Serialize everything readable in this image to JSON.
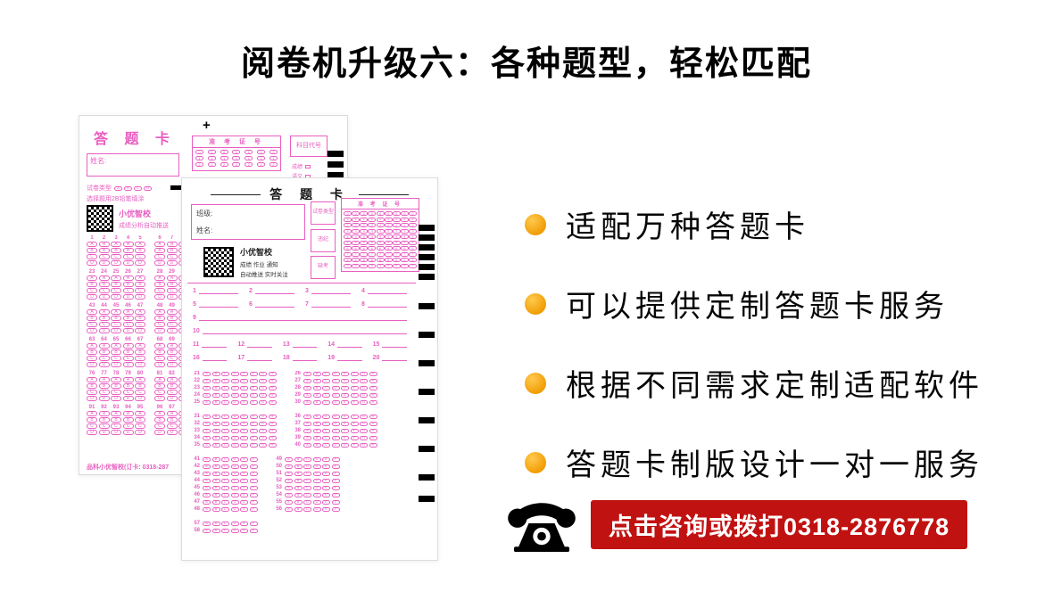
{
  "title": "阅卷机升级六：各种题型，轻松匹配",
  "features": [
    {
      "label": "适配万种答题卡"
    },
    {
      "label": "可以提供定制答题卡服务"
    },
    {
      "label": "根据不同需求定制适配软件"
    },
    {
      "label": "答题卡制版设计一对一服务"
    }
  ],
  "contact": {
    "banner_text": "点击咨询或拨打0318-2876778"
  },
  "colors": {
    "sheet_pink": "#E85FC1",
    "bullet_orange": "#F09B00",
    "banner_red": "#C11212"
  },
  "back_sheet": {
    "title": "答 题 卡",
    "name_label": "姓名:",
    "paper_type_label": "试卷类型",
    "paper_type_options": [
      "A",
      "B",
      "C",
      "D"
    ],
    "fill_note": "选择题用2B铅笔填涂",
    "qr_title": "小优智校",
    "qr_subtitle": "成绩分析自动推送",
    "exam_no_label": "准 考 证 号",
    "exam_no_columns": 7,
    "exam_no_rows": [
      "0",
      "1",
      "2"
    ],
    "subject_code_label": "科目代号",
    "subject_items": [
      "成绩",
      "语文"
    ],
    "footer": "品科小优智校(订卡: 0318-287",
    "grid": {
      "row_starts": [
        1,
        23,
        43,
        63,
        76,
        91
      ],
      "questions_per_group": 5,
      "groups_per_row": 4,
      "options": [
        "A",
        "B",
        "C",
        "D"
      ]
    }
  },
  "front_sheet": {
    "title": "答 题 卡",
    "class_label": "班级:",
    "name_label": "姓名:",
    "paper_type_label": "试卷类型",
    "violation_label": "违纪",
    "absent_label": "缺考",
    "exam_no_label": "准 考 证 号",
    "exam_no_columns": 9,
    "exam_no_digits": [
      "0",
      "1",
      "2",
      "3",
      "4",
      "5",
      "6",
      "7",
      "8",
      "9"
    ],
    "qr_lines": [
      "小优智校",
      "成绩 作业 通知",
      "自动推送 实时关注"
    ],
    "subjective_rows": [
      [
        1,
        2,
        3,
        4
      ],
      [
        5,
        6,
        7,
        8
      ],
      [
        9
      ],
      [
        10
      ],
      [
        11,
        12,
        13,
        14,
        15
      ],
      [
        16,
        17,
        18,
        19,
        20
      ]
    ],
    "choice_sections": [
      {
        "column_starts": [
          21,
          26
        ],
        "rows": 5,
        "options": [
          "A",
          "B",
          "C",
          "D",
          "E",
          "F",
          "G",
          "H"
        ]
      },
      {
        "column_starts": [
          31,
          36
        ],
        "rows": 5,
        "options": [
          "A",
          "B",
          "C",
          "D",
          "E",
          "F",
          "G",
          "H"
        ]
      },
      {
        "column_starts": [
          41,
          49
        ],
        "rows": 8,
        "options": [
          "A",
          "B",
          "C",
          "D",
          "E",
          "F"
        ]
      },
      {
        "column_starts": [
          57
        ],
        "rows": 2,
        "options": [
          "A",
          "B",
          "C",
          "D",
          "E",
          "F"
        ]
      }
    ]
  }
}
